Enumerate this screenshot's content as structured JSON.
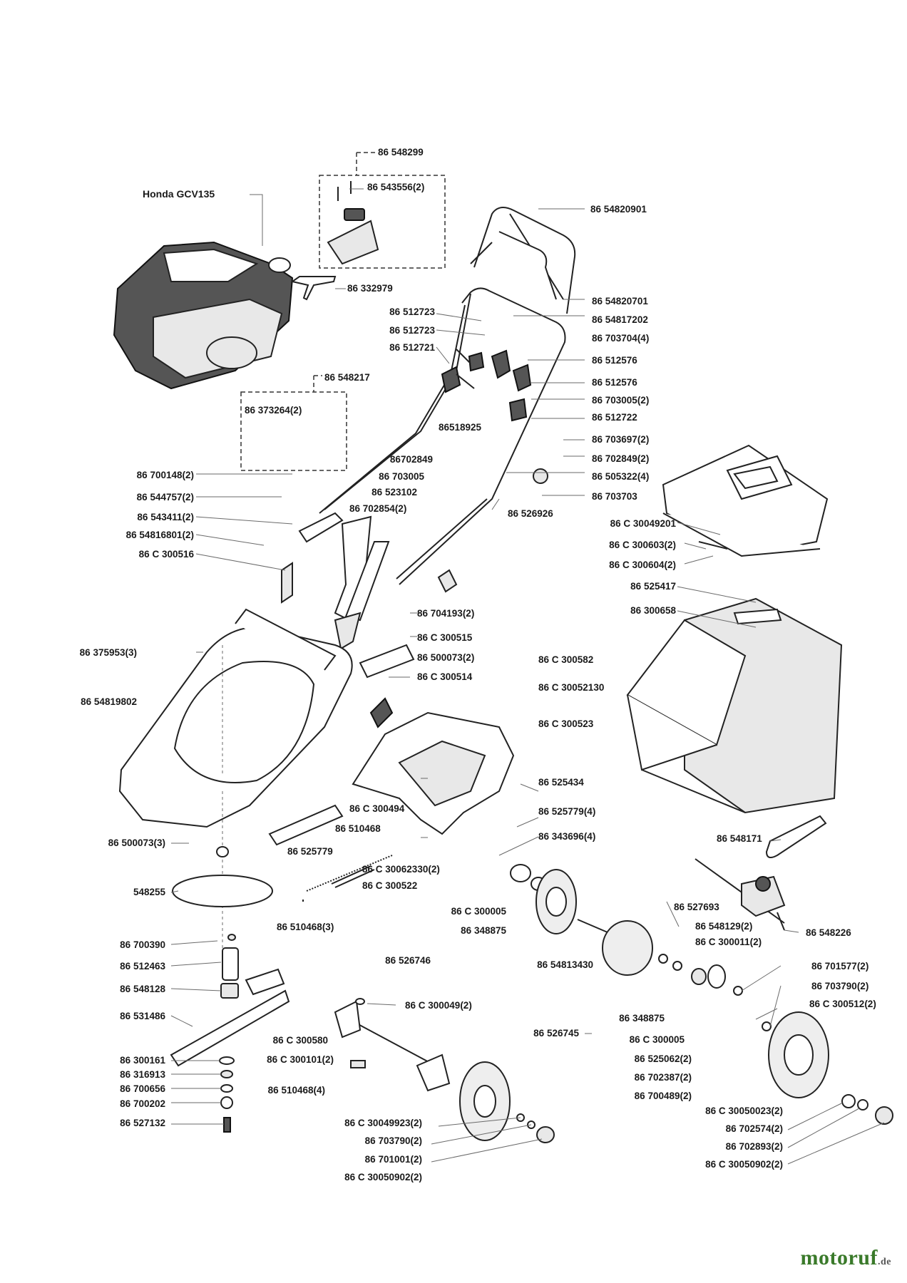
{
  "engine_label": "Honda GCV135",
  "brand": {
    "name": "motoruf",
    "tld": ".de"
  },
  "labels": {
    "l_548299": "86 548299",
    "l_543556": "86 543556(2)",
    "l_332979": "86 332979",
    "l_54820901": "86 54820901",
    "l_54820701": "86 54820701",
    "l_54817202": "86 54817202",
    "l_512723a": "86 512723",
    "l_512723b": "86 512723",
    "l_512721": "86 512721",
    "l_703704": "86 703704(4)",
    "l_512576a": "86 512576",
    "l_512576b": "86 512576",
    "l_703005_2": "86 703005(2)",
    "l_512722": "86 512722",
    "l_548217": "86 548217",
    "l_373264": "86 373264(2)",
    "l_86518925": "86518925",
    "l_703697": "86 703697(2)",
    "l_86702849": "86702849",
    "l_702849_2": "86 702849(2)",
    "l_703005": "86 703005",
    "l_505322": "86 505322(4)",
    "l_523102": "86 523102",
    "l_703703": "86 703703",
    "l_700148": "86 700148(2)",
    "l_544757": "86 544757(2)",
    "l_702854": "86 702854(2)",
    "l_526926": "86 526926",
    "l_C30049201": "86 C 30049201",
    "l_543411": "86 543411(2)",
    "l_C300603": "86 C 300603(2)",
    "l_54816801": "86 54816801(2)",
    "l_C300604": "86 C 300604(2)",
    "l_C300516": "86 C 300516",
    "l_525417": "86 525417",
    "l_300658": "86 300658",
    "l_704193": "86 704193(2)",
    "l_C300515": "86 C 300515",
    "l_375953": "86 375953(3)",
    "l_500073_2": "86 500073(2)",
    "l_C300582": "86 C 300582",
    "l_C300514": "86 C 300514",
    "l_C30052130": "86 C 30052130",
    "l_54819802": "86 54819802",
    "l_C300523": "86 C 300523",
    "l_525434": "86 525434",
    "l_C300494": "86 C 300494",
    "l_525779_4": "86 525779(4)",
    "l_510468": "86 510468",
    "l_548171": "86 548171",
    "l_500073_3": "86 500073(3)",
    "l_343696": "86 343696(4)",
    "l_525779": "86 525779",
    "l_C30062330": "86 C 30062330(2)",
    "l_C300522": "86 C 300522",
    "l_548255": "548255",
    "l_C300005a": "86 C 300005",
    "l_527693": "86 527693",
    "l_548129": "86 548129(2)",
    "l_548226": "86 548226",
    "l_348875a": "86 348875",
    "l_510468_3": "86 510468(3)",
    "l_C300011": "86 C 300011(2)",
    "l_700390": "86 700390",
    "l_526746": "86 526746",
    "l_54813430": "86 54813430",
    "l_512463": "86 512463",
    "l_701577": "86 701577(2)",
    "l_548128": "86 548128",
    "l_703790a": "86 703790(2)",
    "l_C300049": "86 C 300049(2)",
    "l_C300512": "86 C 300512(2)",
    "l_531486": "86 531486",
    "l_348875b": "86 348875",
    "l_526745": "86 526745",
    "l_C300580": "86 C 300580",
    "l_C300005b": "86 C 300005",
    "l_300161": "86 300161",
    "l_C300101": "86 C 300101(2)",
    "l_525062": "86 525062(2)",
    "l_316913": "86 316913",
    "l_702387": "86 702387(2)",
    "l_700656": "86 700656",
    "l_510468_4": "86 510468(4)",
    "l_700489": "86 700489(2)",
    "l_700202": "86 700202",
    "l_C30050023": "86 C 30050023(2)",
    "l_527132": "86 527132",
    "l_C30049923": "86 C 30049923(2)",
    "l_702574": "86 702574(2)",
    "l_703790b": "86 703790(2)",
    "l_702893": "86 702893(2)",
    "l_701001": "86 701001(2)",
    "l_C30050902a": "86 C 30050902(2)",
    "l_C30050902b": "86 C 30050902(2)"
  }
}
